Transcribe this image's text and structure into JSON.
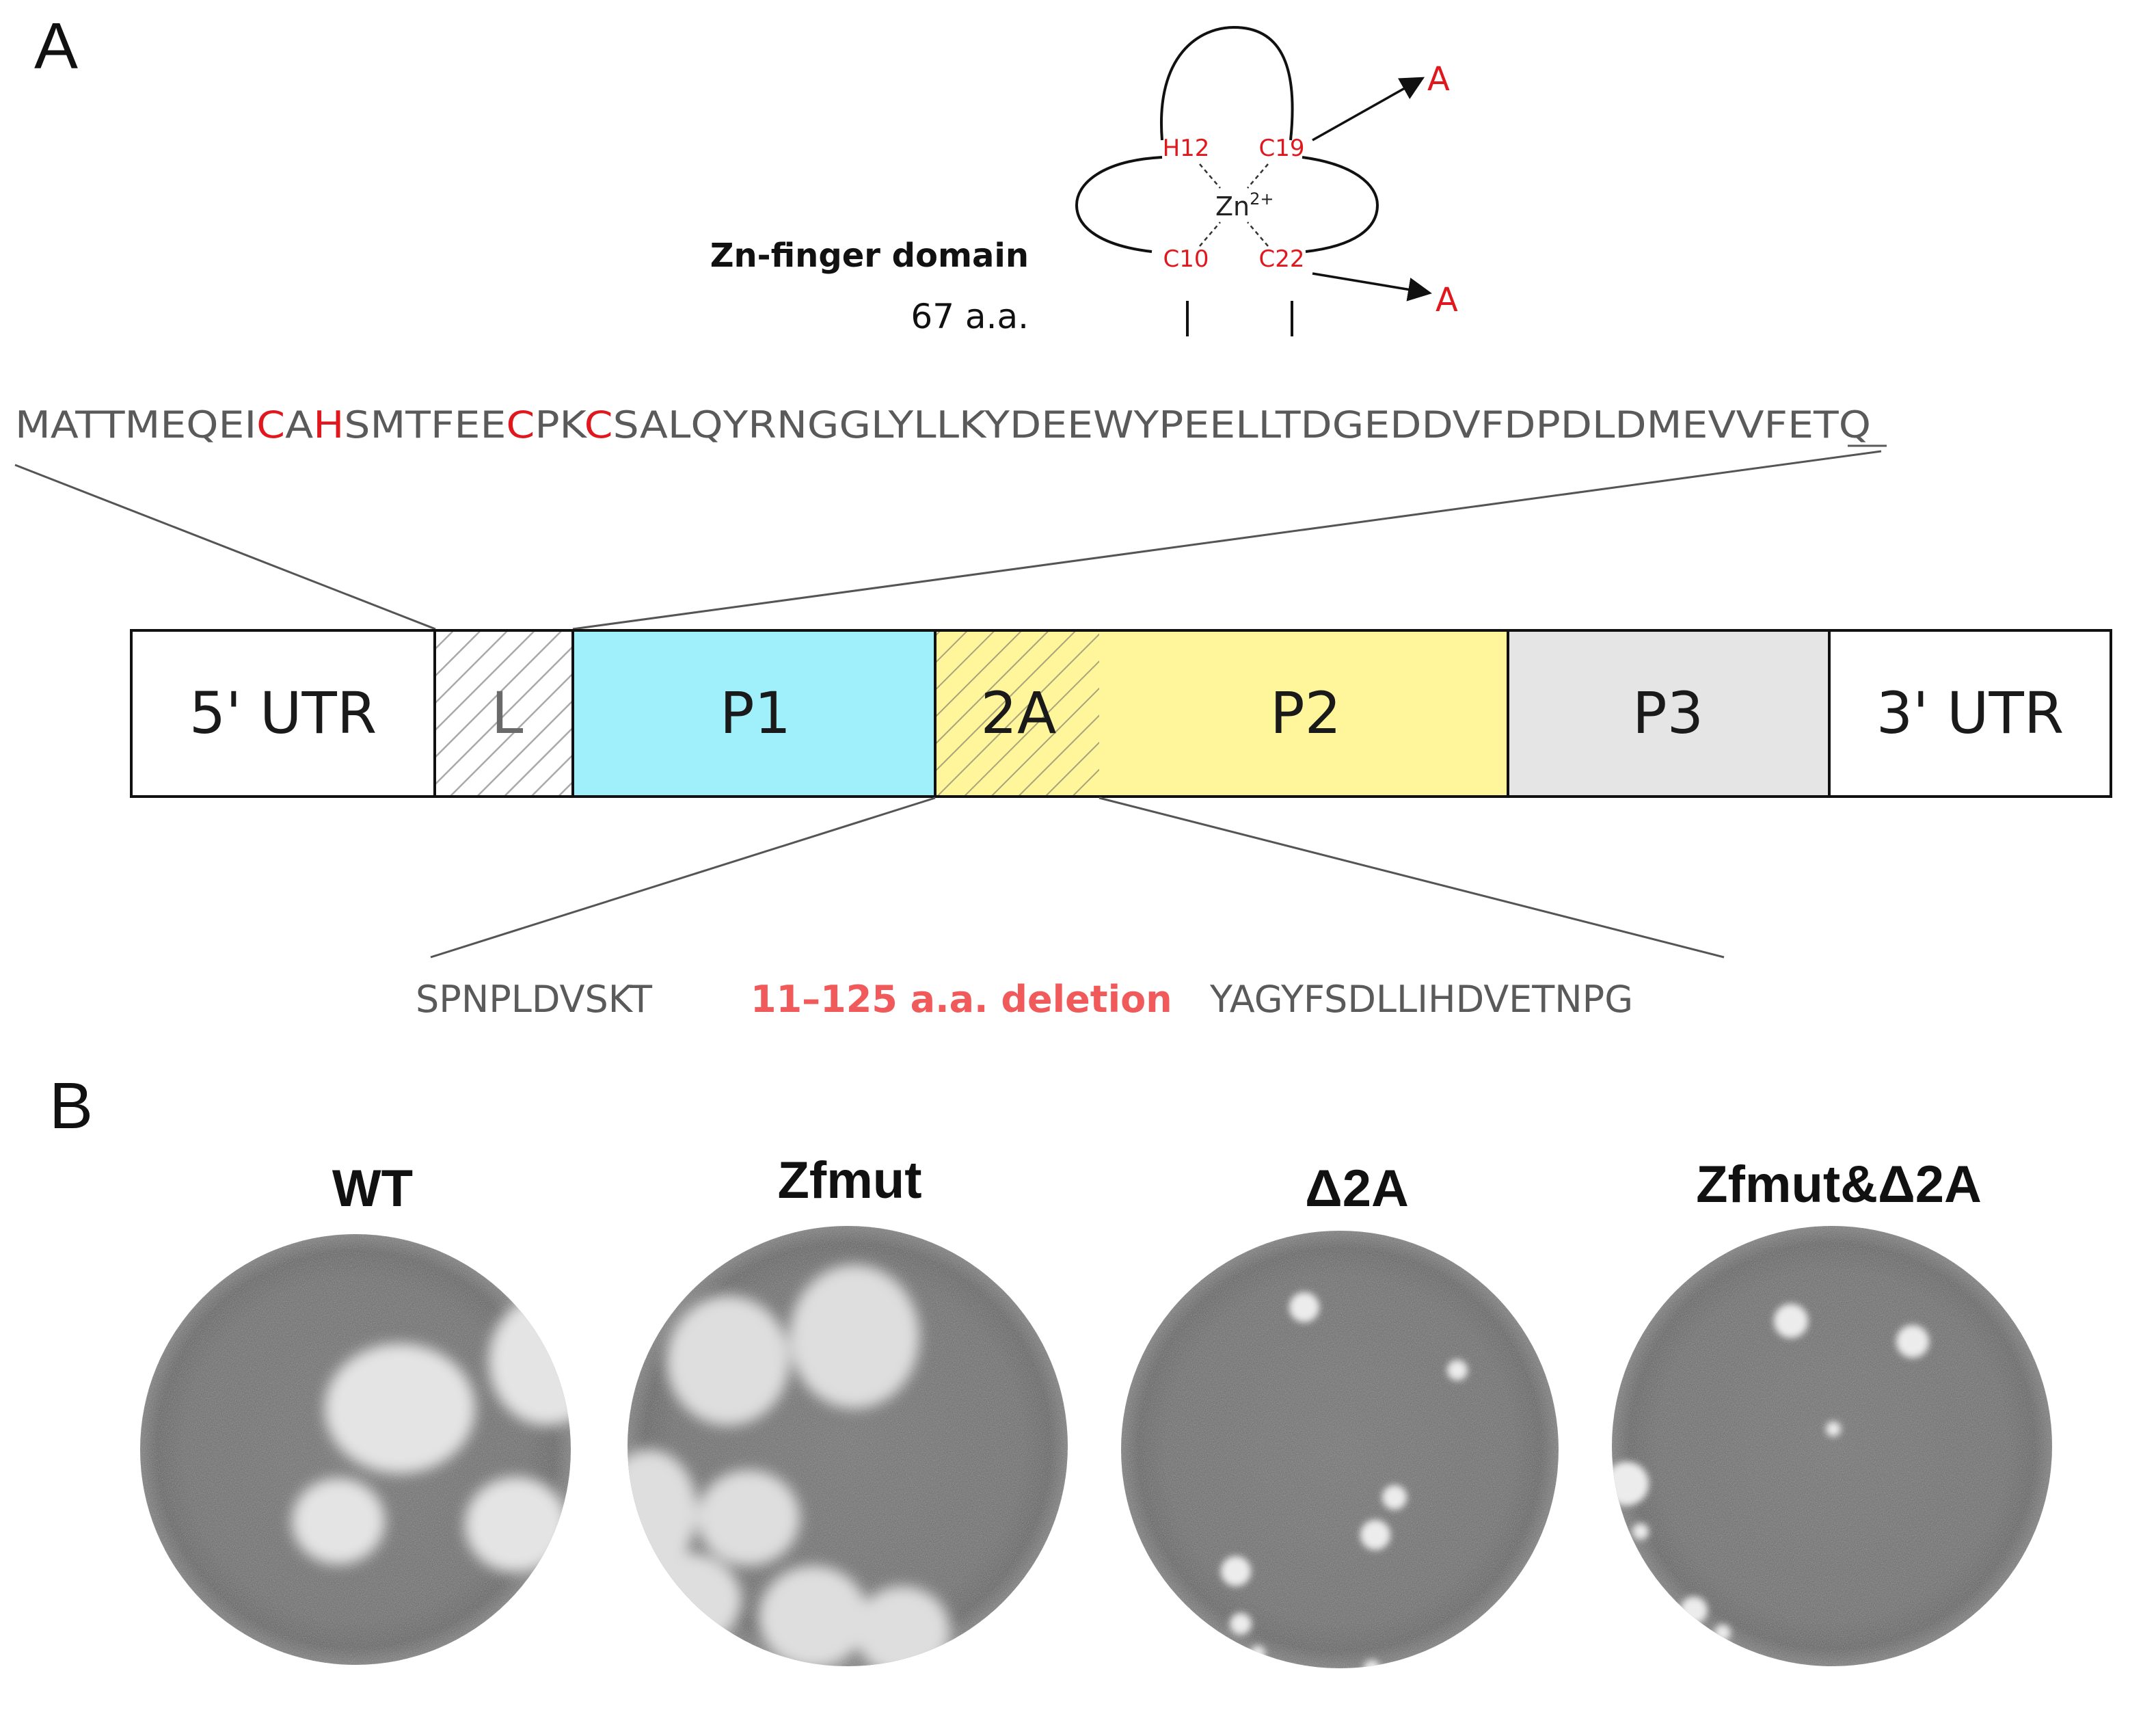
{
  "panels": {
    "a": "A",
    "b": "B"
  },
  "zn_finger": {
    "title": "Zn-finger domain",
    "length": "67 a.a.",
    "residues": {
      "h12": "H12",
      "c19": "C19",
      "c10": "C10",
      "c22": "C22"
    },
    "zn_base": "Zn",
    "zn_charge": "2+",
    "mutation_1": "A",
    "mutation_2": "A"
  },
  "l_sequence": [
    {
      "text": "MATTMEQEI",
      "highlight": false
    },
    {
      "text": "C",
      "highlight": true
    },
    {
      "text": "A",
      "highlight": false
    },
    {
      "text": "H",
      "highlight": true
    },
    {
      "text": "SMTFEE",
      "highlight": false
    },
    {
      "text": "C",
      "highlight": true
    },
    {
      "text": "PK",
      "highlight": false
    },
    {
      "text": "C",
      "highlight": true
    },
    {
      "text": "SALQYRNGGLYLLKYDEEWYPEELLTDGEDDVFDPDLDMEVVFETQ",
      "highlight": false
    }
  ],
  "genome": {
    "segments": [
      {
        "id": "utr5",
        "label": "5' UTR",
        "fill": "#ffffff",
        "hatched": false
      },
      {
        "id": "L",
        "label": "L",
        "fill": "#ffffff",
        "hatched": true
      },
      {
        "id": "P1",
        "label": "P1",
        "fill": "#9ff0fb",
        "hatched": false
      },
      {
        "id": "2A",
        "label": "2A",
        "fill": "#fff59b",
        "hatched": true
      },
      {
        "id": "P2",
        "label": "P2",
        "fill": "#fff59b",
        "hatched": false
      },
      {
        "id": "P3",
        "label": "P3",
        "fill": "#e5e5e5",
        "hatched": false
      },
      {
        "id": "utr3",
        "label": "3' UTR",
        "fill": "#ffffff",
        "hatched": false
      }
    ]
  },
  "deletion": {
    "left_seq": "SPNPLDVSKT",
    "label": "11–125 a.a. deletion",
    "right_seq": "YAGYFSDLLIHDVETNPG",
    "color": "#f05a5a"
  },
  "plates": [
    {
      "id": "wt",
      "title": "WT"
    },
    {
      "id": "zfmut",
      "title": "Zfmut"
    },
    {
      "id": "d2a",
      "title": "Δ2A"
    },
    {
      "id": "zfmut_d2a",
      "title": "Zfmut&Δ2A"
    }
  ],
  "colors": {
    "highlight_red": "#e0181e",
    "p1_cyan": "#9ff0fb",
    "p2_yellow": "#fff59b",
    "p3_gray": "#e5e5e5"
  }
}
